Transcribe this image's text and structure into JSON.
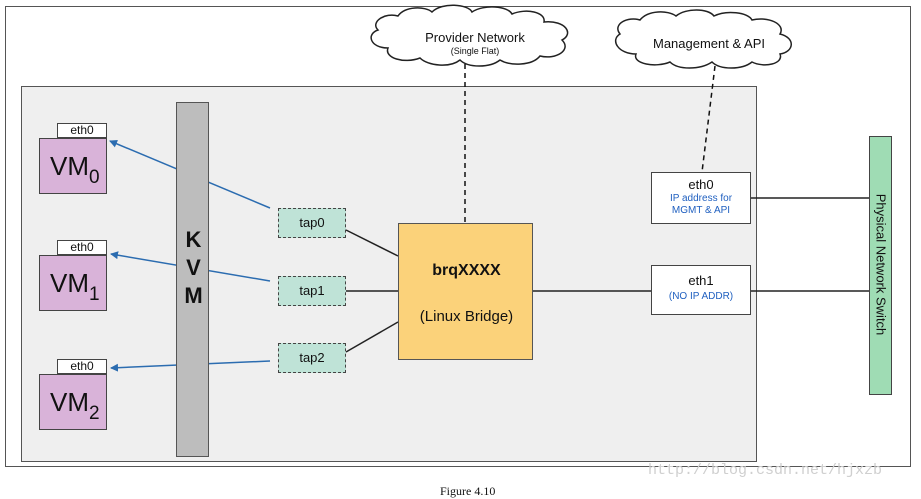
{
  "kvm": {
    "letters": [
      "K",
      "V",
      "M"
    ]
  },
  "vms": [
    {
      "name": "VM",
      "index": "0",
      "nic": "eth0"
    },
    {
      "name": "VM",
      "index": "1",
      "nic": "eth0"
    },
    {
      "name": "VM",
      "index": "2",
      "nic": "eth0"
    }
  ],
  "taps": [
    "tap0",
    "tap1",
    "tap2"
  ],
  "bridge": {
    "name": "brqXXXX",
    "type": "(Linux Bridge)"
  },
  "clouds": {
    "provider": {
      "title": "Provider Network",
      "subtitle": "(Single Flat)"
    },
    "management": {
      "title": "Management & API"
    }
  },
  "host_nics": [
    {
      "name": "eth0",
      "note_line1": "IP address for",
      "note_line2": "MGMT & API"
    },
    {
      "name": "eth1",
      "note_line1": "(NO IP ADDR)"
    }
  ],
  "switch": {
    "label": "Physical Network Switch"
  },
  "watermark": "http://blog.csdn.net/hjxzb",
  "caption": "Figure 4.10",
  "colors": {
    "vm": "#d9b3d9",
    "kvm": "#bdbdbd",
    "tap": "#bfe3d7",
    "bridge": "#fbd27a",
    "switch": "#9fdcb4",
    "arrow": "#2b6cb0",
    "note": "#2060c0"
  }
}
